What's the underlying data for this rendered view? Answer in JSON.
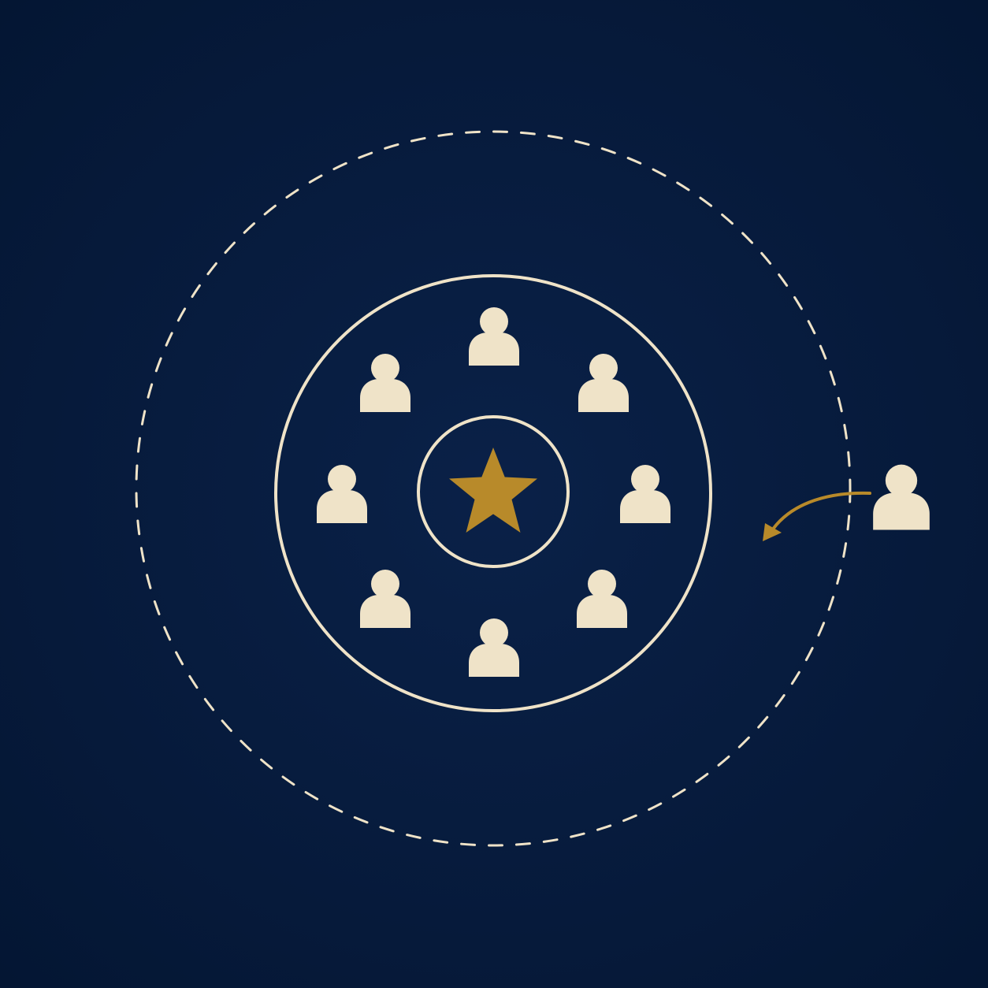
{
  "colors": {
    "background": "#061a3a",
    "cream": "#efe3c8",
    "gold": "#b88a2a"
  },
  "icons": {
    "member": "person-icon",
    "center": "star-icon",
    "newcomer": "person-icon",
    "arrow": "curved-arrow-icon"
  },
  "diagram": {
    "inner_circle_members": 8,
    "outer_boundary_style": "dashed",
    "newcomers_outside": 1
  }
}
